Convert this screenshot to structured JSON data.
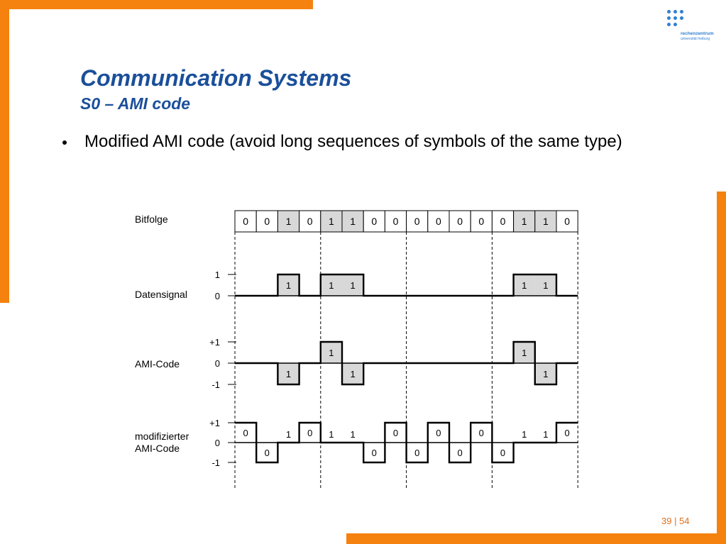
{
  "slide": {
    "title": "Communication Systems",
    "subtitle": "S0 – AMI code",
    "bullet": "Modified AMI code (avoid long sequences of symbols of the same type)",
    "page_number": "39 | 54"
  },
  "logo": {
    "line1": "rechenzentrum",
    "line2": "universität freiburg",
    "color": "#2f7fd0"
  },
  "colors": {
    "accent": "#f5820f",
    "title": "#1b4f9a",
    "highlight": "#d8d8d8"
  },
  "diagram": {
    "bitfolge_label": "Bitfolge",
    "bits": [
      "0",
      "0",
      "1",
      "0",
      "1",
      "1",
      "0",
      "0",
      "0",
      "0",
      "0",
      "0",
      "0",
      "1",
      "1",
      "0"
    ],
    "rows": [
      {
        "label_lines": [
          "Datensignal"
        ],
        "levels": [
          "1",
          "0"
        ],
        "marks": [
          {
            "slot": 2,
            "text": "1"
          },
          {
            "slot": 4,
            "text": "1"
          },
          {
            "slot": 5,
            "text": "1"
          },
          {
            "slot": 13,
            "text": "1"
          },
          {
            "slot": 14,
            "text": "1"
          }
        ]
      },
      {
        "label_lines": [
          "AMI-Code"
        ],
        "levels": [
          "+1",
          "0",
          "-1"
        ],
        "marks": [
          {
            "slot": 2,
            "text": "1"
          },
          {
            "slot": 4,
            "text": "1"
          },
          {
            "slot": 5,
            "text": "1"
          },
          {
            "slot": 13,
            "text": "1"
          },
          {
            "slot": 14,
            "text": "1"
          }
        ]
      },
      {
        "label_lines": [
          "modifizierter",
          "AMI-Code"
        ],
        "levels": [
          "+1",
          "0",
          "-1"
        ],
        "marks": [
          {
            "slot": 0,
            "text": "0"
          },
          {
            "slot": 1,
            "text": "0"
          },
          {
            "slot": 2,
            "text": "1"
          },
          {
            "slot": 3,
            "text": "0"
          },
          {
            "slot": 4,
            "text": "1"
          },
          {
            "slot": 5,
            "text": "1"
          },
          {
            "slot": 6,
            "text": "0"
          },
          {
            "slot": 7,
            "text": "0"
          },
          {
            "slot": 8,
            "text": "0"
          },
          {
            "slot": 9,
            "text": "0"
          },
          {
            "slot": 10,
            "text": "0"
          },
          {
            "slot": 11,
            "text": "0"
          },
          {
            "slot": 12,
            "text": "0"
          },
          {
            "slot": 13,
            "text": "1"
          },
          {
            "slot": 14,
            "text": "1"
          },
          {
            "slot": 15,
            "text": "0"
          }
        ]
      }
    ]
  }
}
